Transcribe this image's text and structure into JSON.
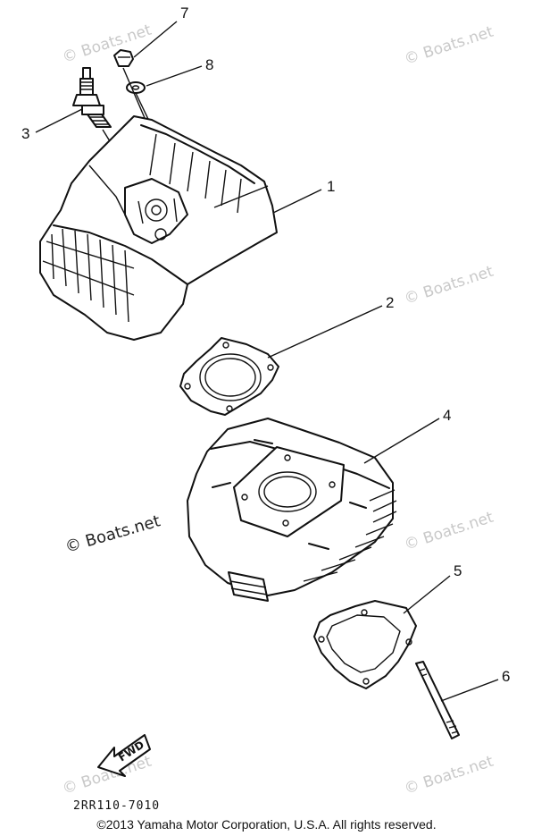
{
  "diagram": {
    "callouts": [
      {
        "id": "1",
        "label": "1"
      },
      {
        "id": "2",
        "label": "2"
      },
      {
        "id": "3",
        "label": "3"
      },
      {
        "id": "4",
        "label": "4"
      },
      {
        "id": "5",
        "label": "5"
      },
      {
        "id": "6",
        "label": "6"
      },
      {
        "id": "7",
        "label": "7"
      },
      {
        "id": "8",
        "label": "8"
      }
    ],
    "watermark": "© Boats.net",
    "fwd_label": "FWD",
    "drawing_code": "2RR110-7010",
    "copyright": "©2013 Yamaha Motor Corporation, U.S.A. All rights reserved."
  },
  "colors": {
    "line": "#111111",
    "watermark": "#c9c9c9",
    "background": "#ffffff"
  }
}
